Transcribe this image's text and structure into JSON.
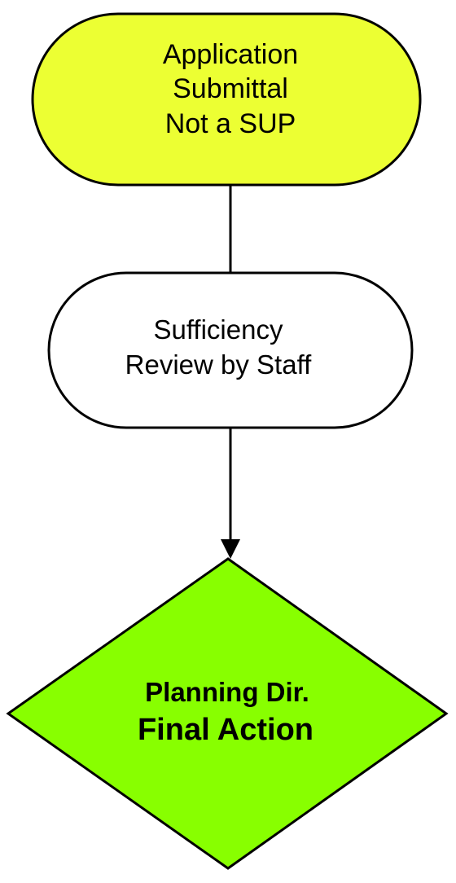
{
  "nodes": {
    "start": {
      "lines": [
        "Application",
        "Submittal",
        "Not a SUP"
      ],
      "fill": "#ecff33"
    },
    "review": {
      "lines": [
        "Sufficiency",
        "Review by Staff"
      ],
      "fill": "#ffffff"
    },
    "decision": {
      "lines": [
        "Planning Dir.",
        "Final Action"
      ],
      "fill": "#88ff00"
    }
  },
  "colors": {
    "stroke": "#000000"
  }
}
